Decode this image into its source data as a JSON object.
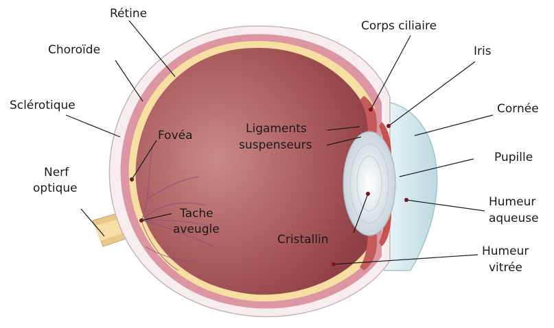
{
  "labels": {
    "retine": "Rétine",
    "choroide": "Choroïde",
    "sclerotique": "Sclérotique",
    "nerf_line1": "Nerf",
    "nerf_line2": "optique",
    "fovea": "Fovéa",
    "tache_line1": "Tache",
    "tache_line2": "aveugle",
    "ligaments_line1": "Ligaments",
    "ligaments_line2": "suspenseurs",
    "cristallin": "Cristallin",
    "corps_ciliaire": "Corps ciliaire",
    "iris": "Iris",
    "cornee": "Cornée",
    "pupille": "Pupille",
    "humeur_aqueuse_line1": "Humeur",
    "humeur_aqueuse_line2": "aqueuse",
    "humeur_vitree_line1": "Humeur",
    "humeur_vitree_line2": "vitrée"
  },
  "colors": {
    "sclera": "#f7ecee",
    "choroid": "#d98c9a",
    "retina": "#f6dfa0",
    "vitreous": "#a8565a",
    "lens": "#e6eef2",
    "cornea": "#d6ebef",
    "iris": "#c7524f",
    "optic_nerve": "#f5dfa6",
    "vessels": "#8a4b8f"
  }
}
